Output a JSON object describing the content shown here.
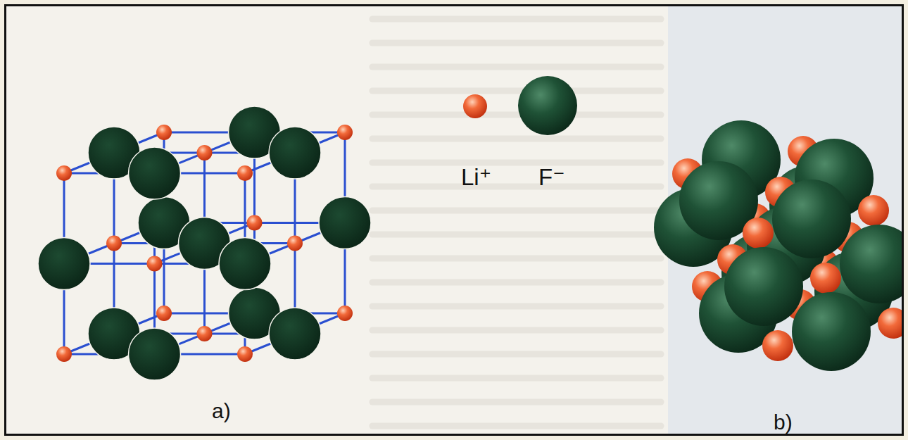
{
  "diagram": {
    "labels": [
      "a)",
      "b)"
    ],
    "legend": [
      {
        "text": "Li⁺"
      },
      {
        "text": "F⁻"
      }
    ]
  }
}
